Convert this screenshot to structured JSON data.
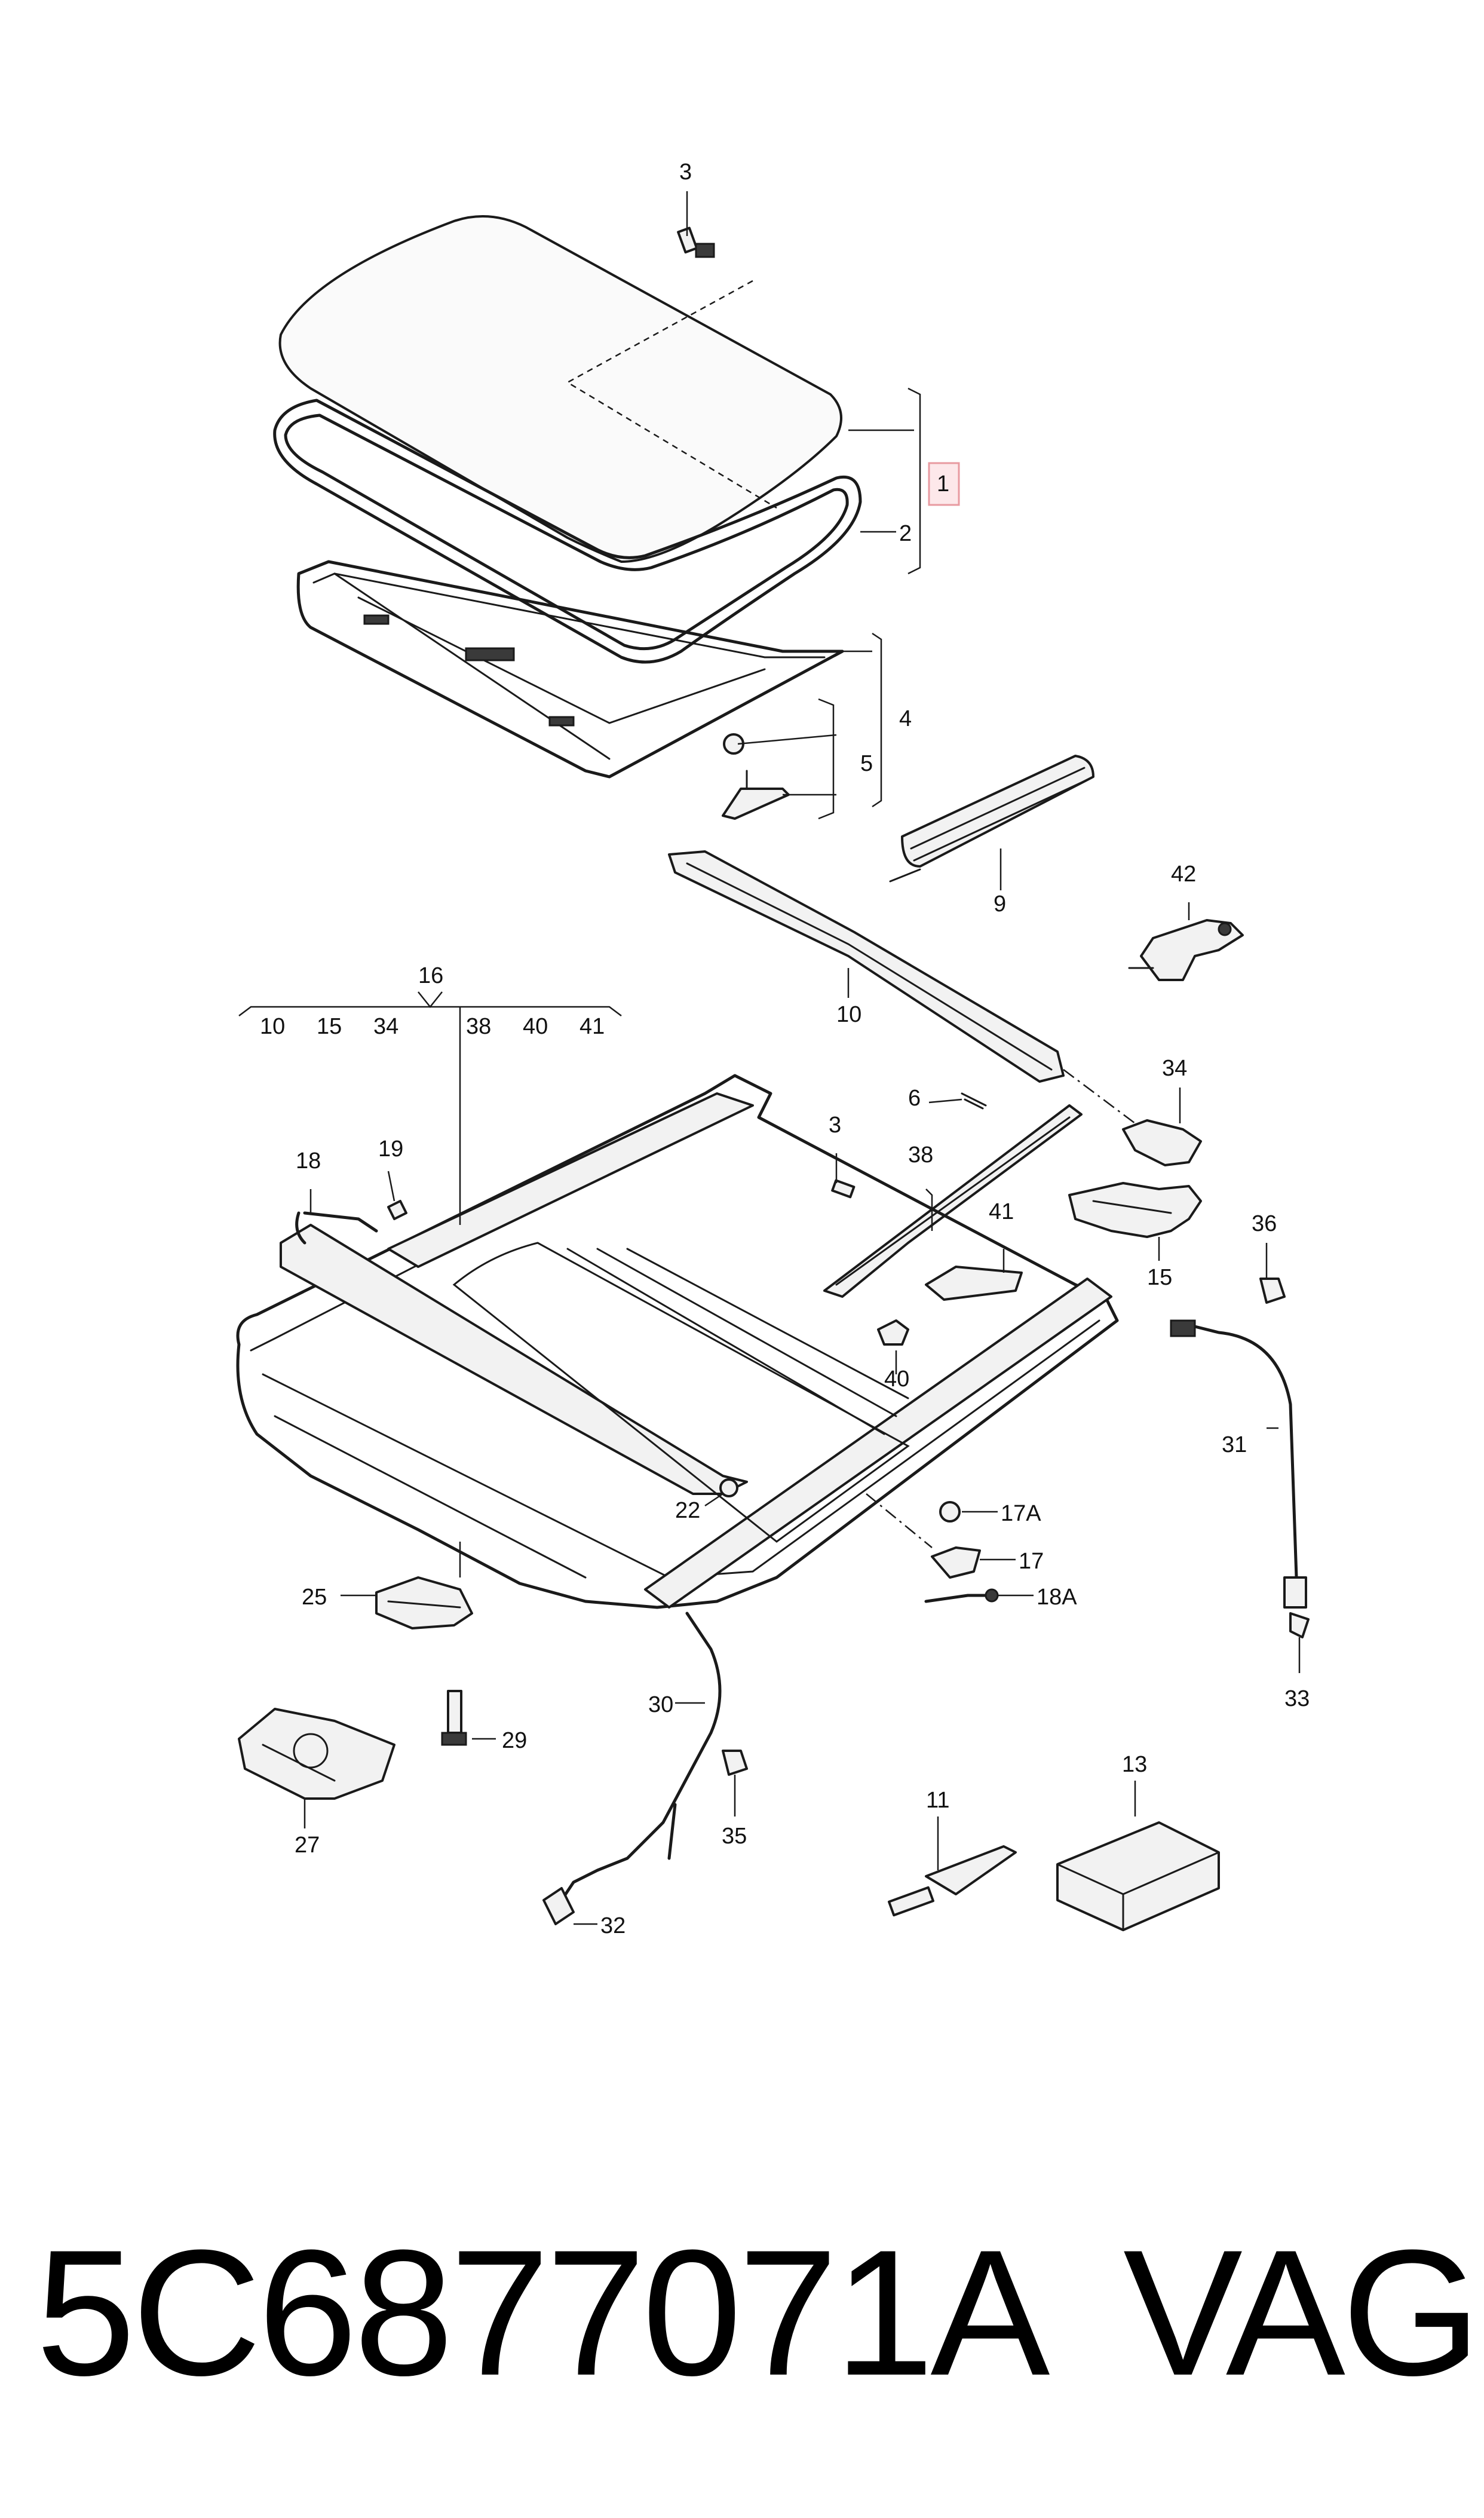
{
  "diagram": {
    "callouts": [
      "1",
      "2",
      "3",
      "4",
      "5",
      "6",
      "9",
      "10",
      "11",
      "13",
      "15",
      "16",
      "17",
      "17A",
      "18",
      "18A",
      "19",
      "22",
      "25",
      "27",
      "29",
      "30",
      "31",
      "32",
      "33",
      "34",
      "35",
      "36",
      "38",
      "40",
      "41",
      "42"
    ],
    "group16_items": [
      "10",
      "15",
      "34",
      "38",
      "40",
      "41"
    ],
    "second_3": "3",
    "second_10": "10",
    "second_15": "15",
    "second_34": "34",
    "second_38": "38",
    "second_40": "40",
    "second_41": "41",
    "highlight_color": "#e89aa0"
  },
  "footer": {
    "part_number": "5C6877071A",
    "brand": "VAG"
  }
}
